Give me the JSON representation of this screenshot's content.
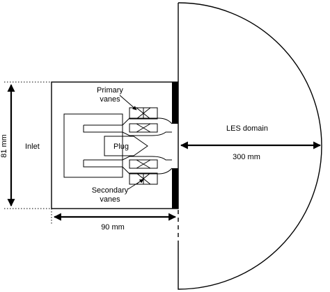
{
  "labels": {
    "dim_height": "81 mm",
    "inlet": "Inlet",
    "primary_vanes": "Primary\nvanes",
    "plug": "Plug",
    "secondary_vanes": "Secondary\nvanes",
    "dim_length": "90 mm",
    "les_domain": "LES domain",
    "dim_radius": "300 mm"
  }
}
